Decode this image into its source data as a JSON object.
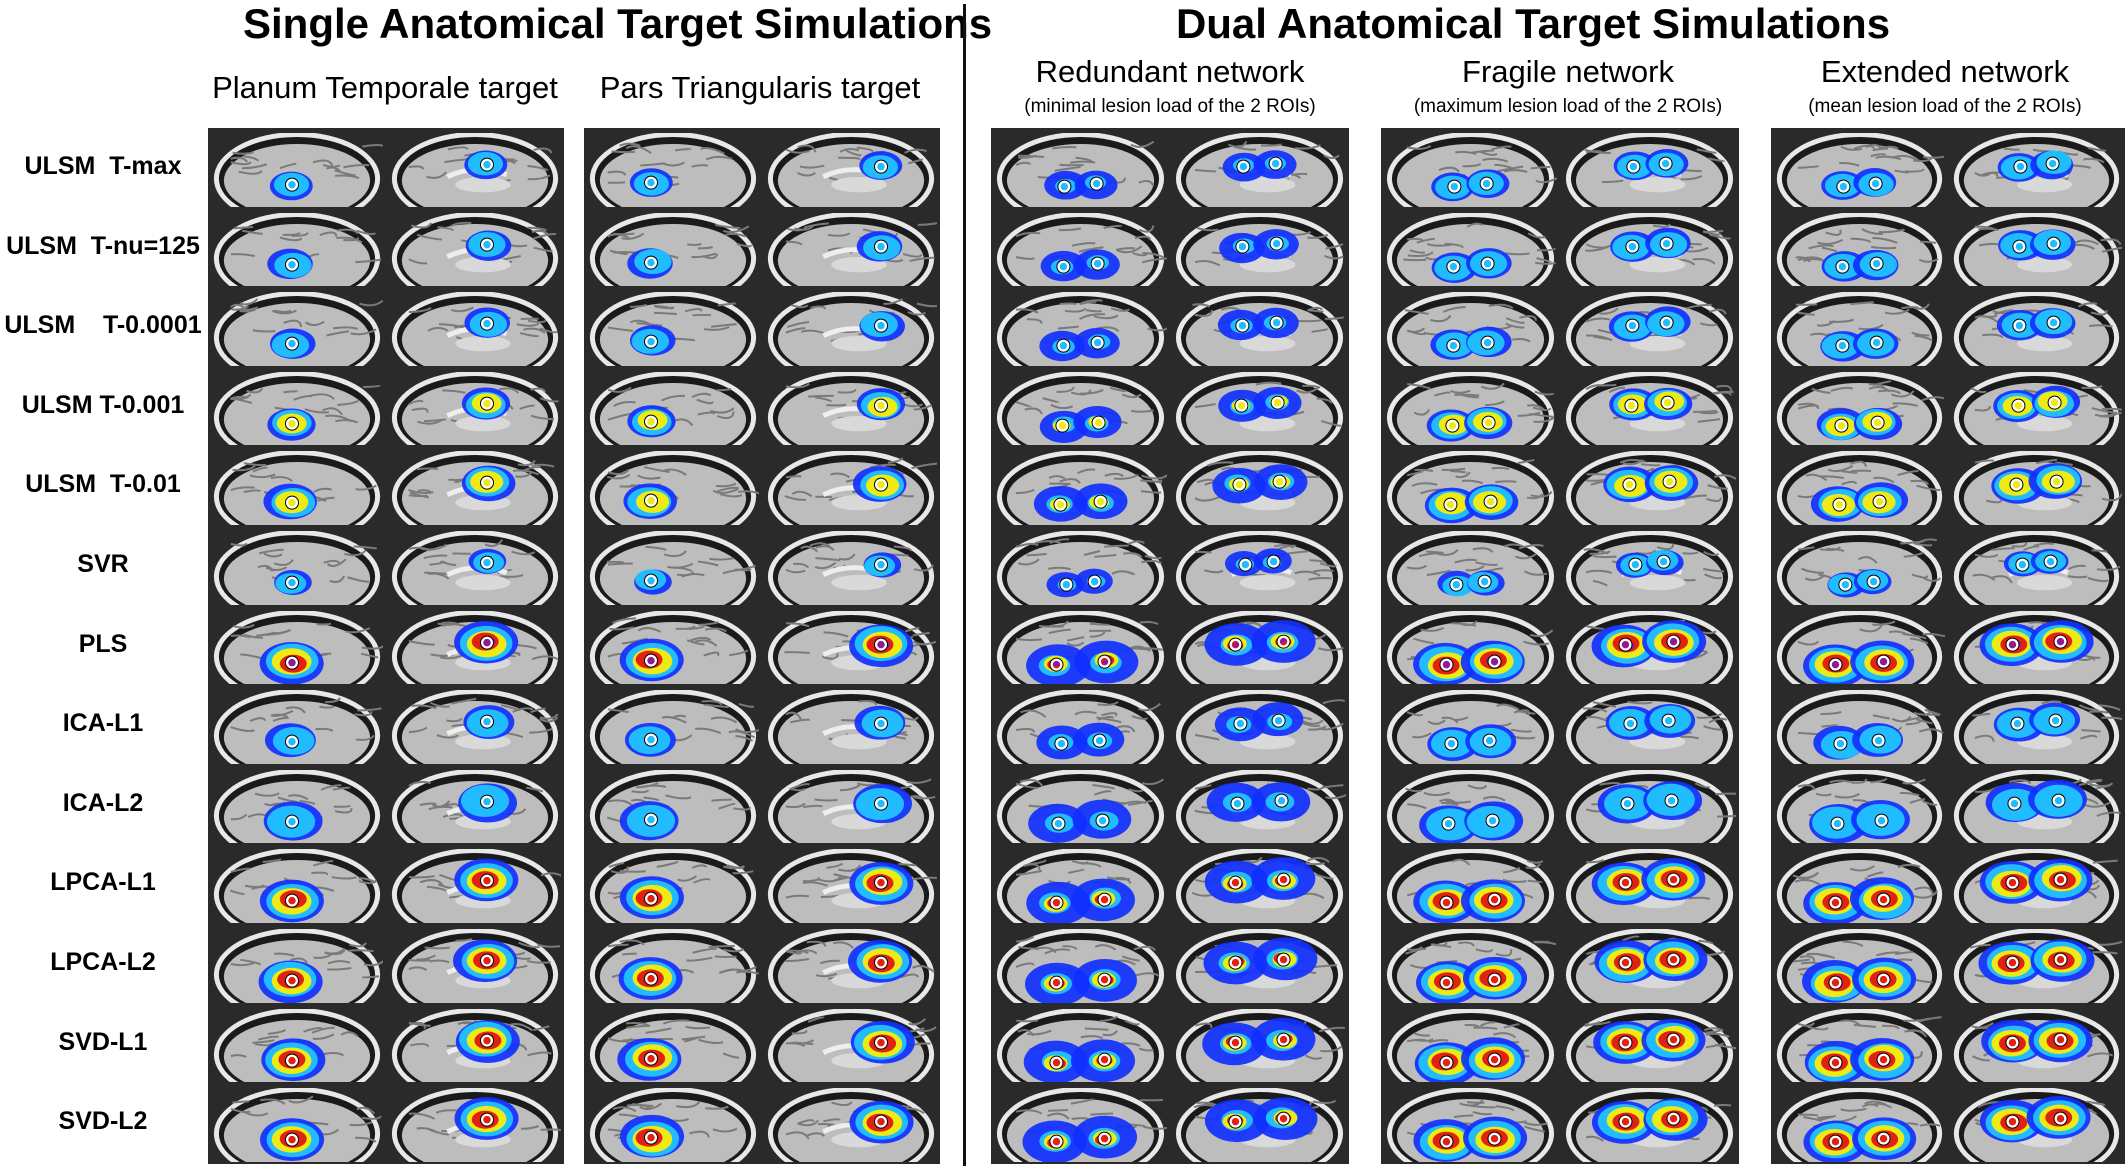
{
  "titles": {
    "single": "Single Anatomical Target Simulations",
    "dual": "Dual Anatomical Target Simulations"
  },
  "columns": [
    {
      "title": "Planum Temporale target",
      "subtitle": "",
      "type": "single-pt"
    },
    {
      "title": "Pars Triangularis target",
      "subtitle": "",
      "type": "single-pars"
    },
    {
      "title": "Redundant network",
      "subtitle": "(minimal lesion load of the 2 ROIs)",
      "type": "dual-redundant"
    },
    {
      "title": "Fragile network",
      "subtitle": "(maximum lesion load of the 2 ROIs)",
      "type": "dual-fragile"
    },
    {
      "title": "Extended network",
      "subtitle": "(mean lesion load of the 2 ROIs)",
      "type": "dual-extended"
    }
  ],
  "rows": [
    {
      "label": "ULSM  T-max",
      "intensity": 0.35,
      "spread": 0.45
    },
    {
      "label": "ULSM  T-nu=125",
      "intensity": 0.45,
      "spread": 0.5
    },
    {
      "label": "ULSM    T-0.0001",
      "intensity": 0.45,
      "spread": 0.5
    },
    {
      "label": "ULSM T-0.001",
      "intensity": 0.5,
      "spread": 0.55
    },
    {
      "label": "ULSM  T-0.01",
      "intensity": 0.55,
      "spread": 0.65
    },
    {
      "label": "SVR",
      "intensity": 0.3,
      "spread": 0.35
    },
    {
      "label": "PLS",
      "intensity": 0.95,
      "spread": 0.85
    },
    {
      "label": "ICA-L1",
      "intensity": 0.4,
      "spread": 0.6
    },
    {
      "label": "ICA-L2",
      "intensity": 0.35,
      "spread": 0.75
    },
    {
      "label": "LPCA-L1",
      "intensity": 0.8,
      "spread": 0.85
    },
    {
      "label": "LPCA-L2",
      "intensity": 0.7,
      "spread": 0.85
    },
    {
      "label": "SVD-L1",
      "intensity": 0.8,
      "spread": 0.85
    },
    {
      "label": "SVD-L2",
      "intensity": 0.75,
      "spread": 0.85
    }
  ],
  "colors": {
    "panel_bg": "#2a2a2a",
    "brain_gray": "#bdbdbd",
    "map_low": "#1030ff",
    "map_mid": "#ffee00",
    "map_high": "#e01010",
    "map_peak": "#8a1aa0",
    "roi_marker": "#ffffff"
  }
}
